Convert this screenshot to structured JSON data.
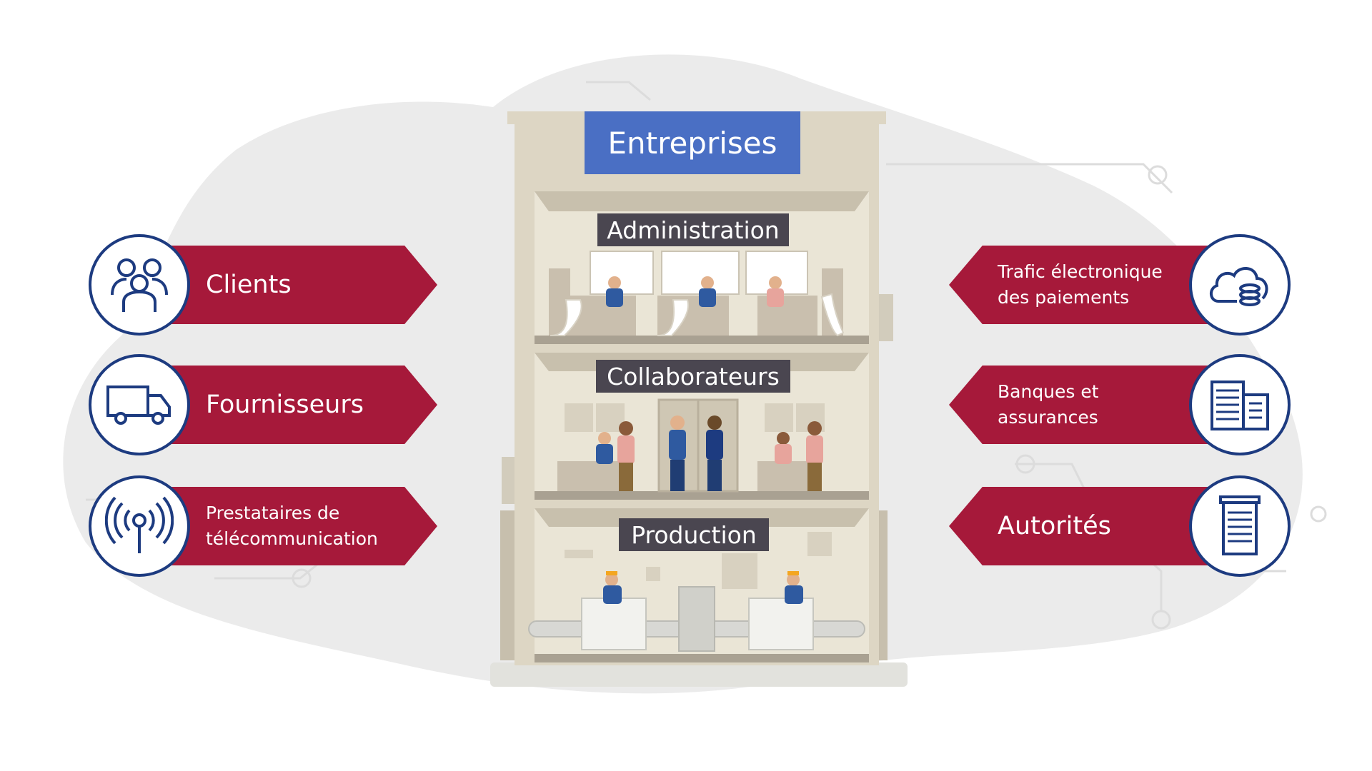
{
  "colors": {
    "brand_blue": "#4a6fc4",
    "navy": "#1d3b80",
    "crimson": "#a6193a",
    "label_dark": "#4a4650",
    "building": "#ddd6c4",
    "blob": "#ebebeb"
  },
  "header": {
    "title": "Entreprises"
  },
  "floors": {
    "administration": "Administration",
    "collaborators": "Collaborateurs",
    "production": "Production"
  },
  "left_stakeholders": [
    {
      "label": "Clients",
      "icon": "people-icon"
    },
    {
      "label": "Fournisseurs",
      "icon": "truck-icon"
    },
    {
      "label": "Prestataires de\ntélécommunication",
      "icon": "antenna-icon"
    }
  ],
  "right_stakeholders": [
    {
      "label": "Trafic électronique\ndes paiements",
      "icon": "cloud-coins-icon"
    },
    {
      "label": "Banques et\nassurances",
      "icon": "buildings-icon"
    },
    {
      "label": "Autorités",
      "icon": "office-tower-icon"
    }
  ]
}
